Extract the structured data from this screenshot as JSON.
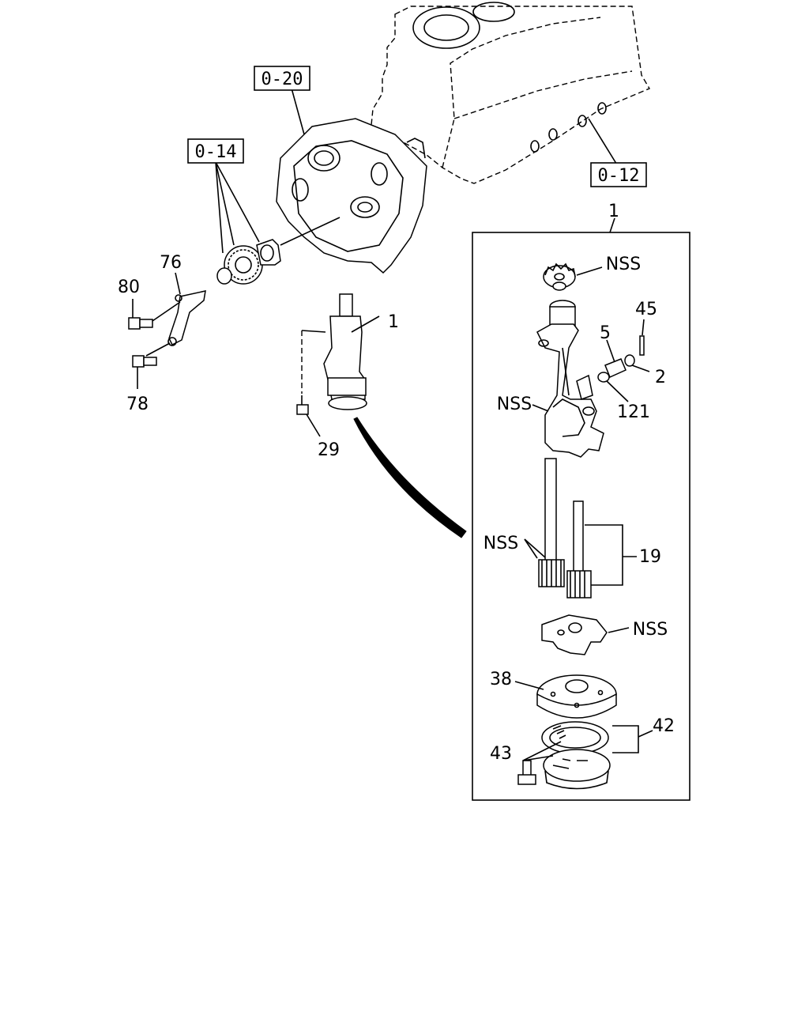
{
  "ref_boxes": {
    "engine_block": "0-12",
    "timing_case": "0-20",
    "idler_gear": "0-14"
  },
  "callouts": {
    "pump_assembly_group": "1",
    "pump_assembly": "1",
    "gasket_link": "76",
    "bolt_upper": "80",
    "bolt_lower": "78",
    "pump_bolt": "29",
    "spring_pin": "45",
    "relief_spring": "5",
    "relief_plug": "2",
    "relief_valve": "121",
    "drive_gear": "NSS",
    "pump_body": "NSS",
    "driven_gears_left": "NSS",
    "gear_pair": "19",
    "pump_cover": "NSS",
    "strainer_plate": "38",
    "gasket_set": "42",
    "strainer_bolt": "43"
  }
}
